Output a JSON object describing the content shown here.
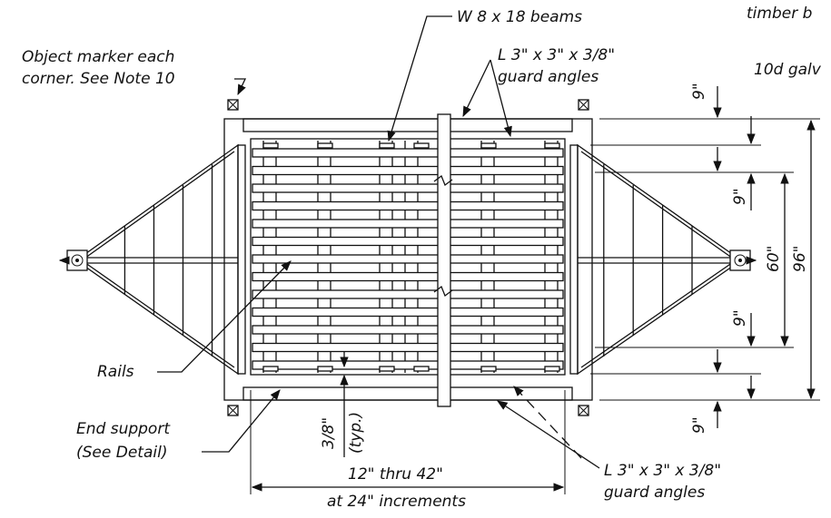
{
  "labels": {
    "beams": "W 8 x 18 beams",
    "timber": "timber b",
    "nails": "10d galv",
    "marker_line1": "Object marker each",
    "marker_line2": "corner.  See Note 10",
    "guard_top_line1": "L 3\" x 3\" x 3/8\"",
    "guard_top_line2": "guard angles",
    "rails": "Rails",
    "end_support_line1": "End support",
    "end_support_line2": "(See Detail)",
    "gap_value": "3/8\"",
    "gap_note": "(typ.)",
    "span": "12\" thru 42\"",
    "increments": "at 24\" increments",
    "guard_bottom_line1": "L 3\" x 3\" x 3/8\"",
    "guard_bottom_line2": "guard angles"
  },
  "dimensions": {
    "d1": "9\"",
    "d2": "9\"",
    "d3": "9\"",
    "d4": "9\"",
    "inner": "60\"",
    "outer": "96\""
  }
}
